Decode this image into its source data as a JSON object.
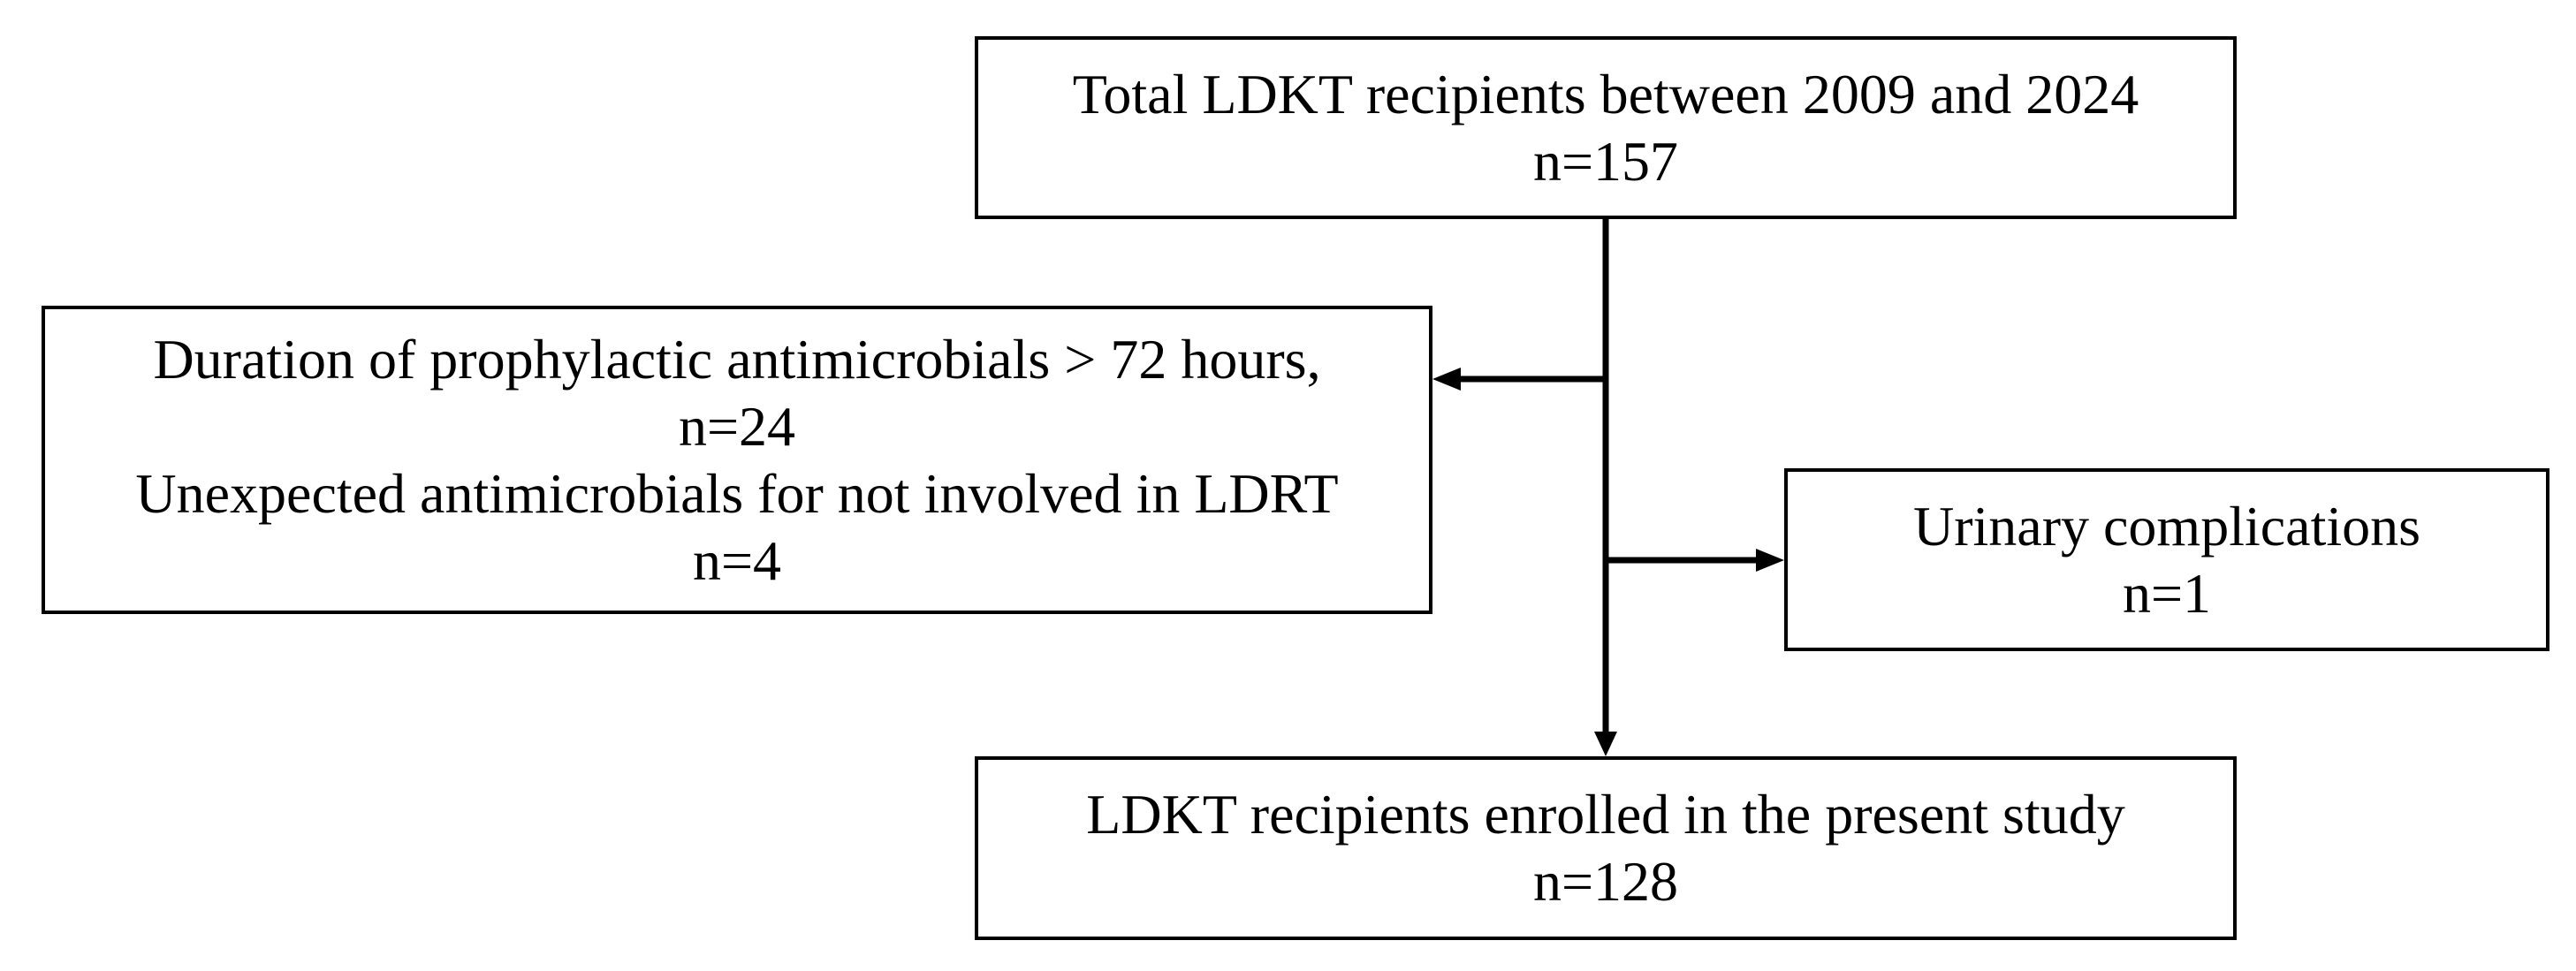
{
  "boxes": {
    "total": {
      "line1": "Total LDKT recipients between 2009 and 2024",
      "line2": "n=157"
    },
    "excluded": {
      "line1": "Duration of prophylactic antimicrobials > 72 hours,",
      "line2": "n=24",
      "line3": "Unexpected antimicrobials for not involved in LDRT",
      "line4": "n=4"
    },
    "urinary": {
      "line1": "Urinary complications",
      "line2": "n=1"
    },
    "enrolled": {
      "line1": "LDKT recipients enrolled in the present study",
      "line2": "n=128"
    }
  },
  "colors": {
    "line": "#000000",
    "box_border": "#000000",
    "background": "#ffffff"
  }
}
